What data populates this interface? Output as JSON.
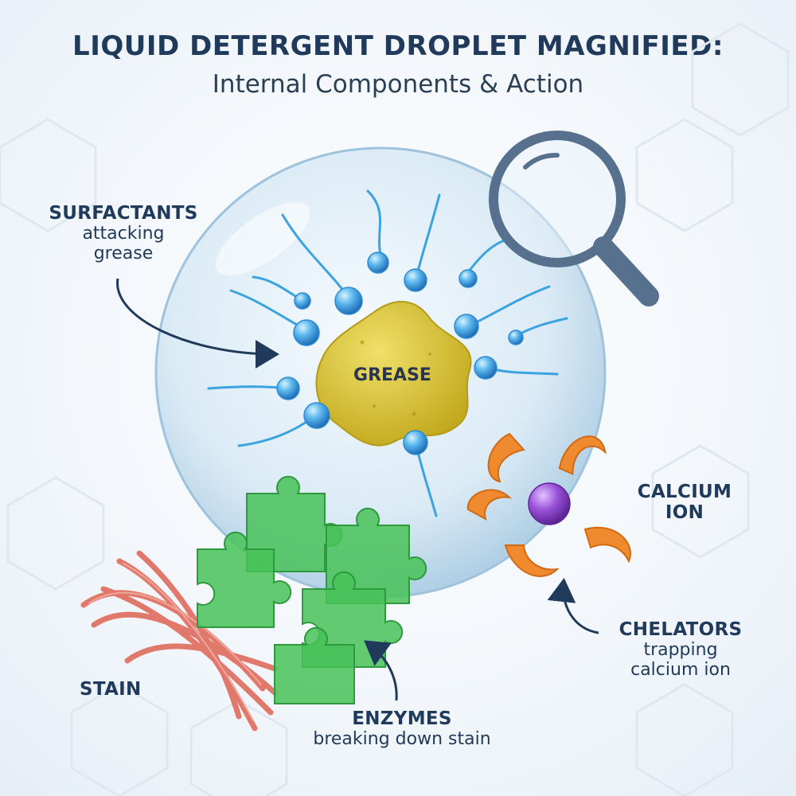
{
  "title": "LIQUID DETERGENT DROPLET MAGNIFIED:",
  "subtitle": "Internal Components & Action",
  "labels": {
    "surfactants": {
      "heading": "SURFACTANTS",
      "line1": "attacking",
      "line2": "grease"
    },
    "grease": "GREASE",
    "calcium": {
      "line1": "CALCIUM",
      "line2": "ION"
    },
    "chelators": {
      "heading": "CHELATORS",
      "line1": "trapping",
      "line2": "calcium ion"
    },
    "enzymes": {
      "heading": "ENZYMES",
      "line1": "breaking down stain"
    },
    "stain": "STAIN"
  },
  "icons": [
    "magnifying-glass-icon"
  ],
  "colors": {
    "title": "#1f3a5a",
    "droplet": "#cfe4f2",
    "grease": "#d8c22a",
    "surfactant": "#3aa3e0",
    "chelator": "#f08a2e",
    "calcium": "#8a3fc8",
    "enzyme": "#48c258",
    "stain": "#e0796c"
  }
}
